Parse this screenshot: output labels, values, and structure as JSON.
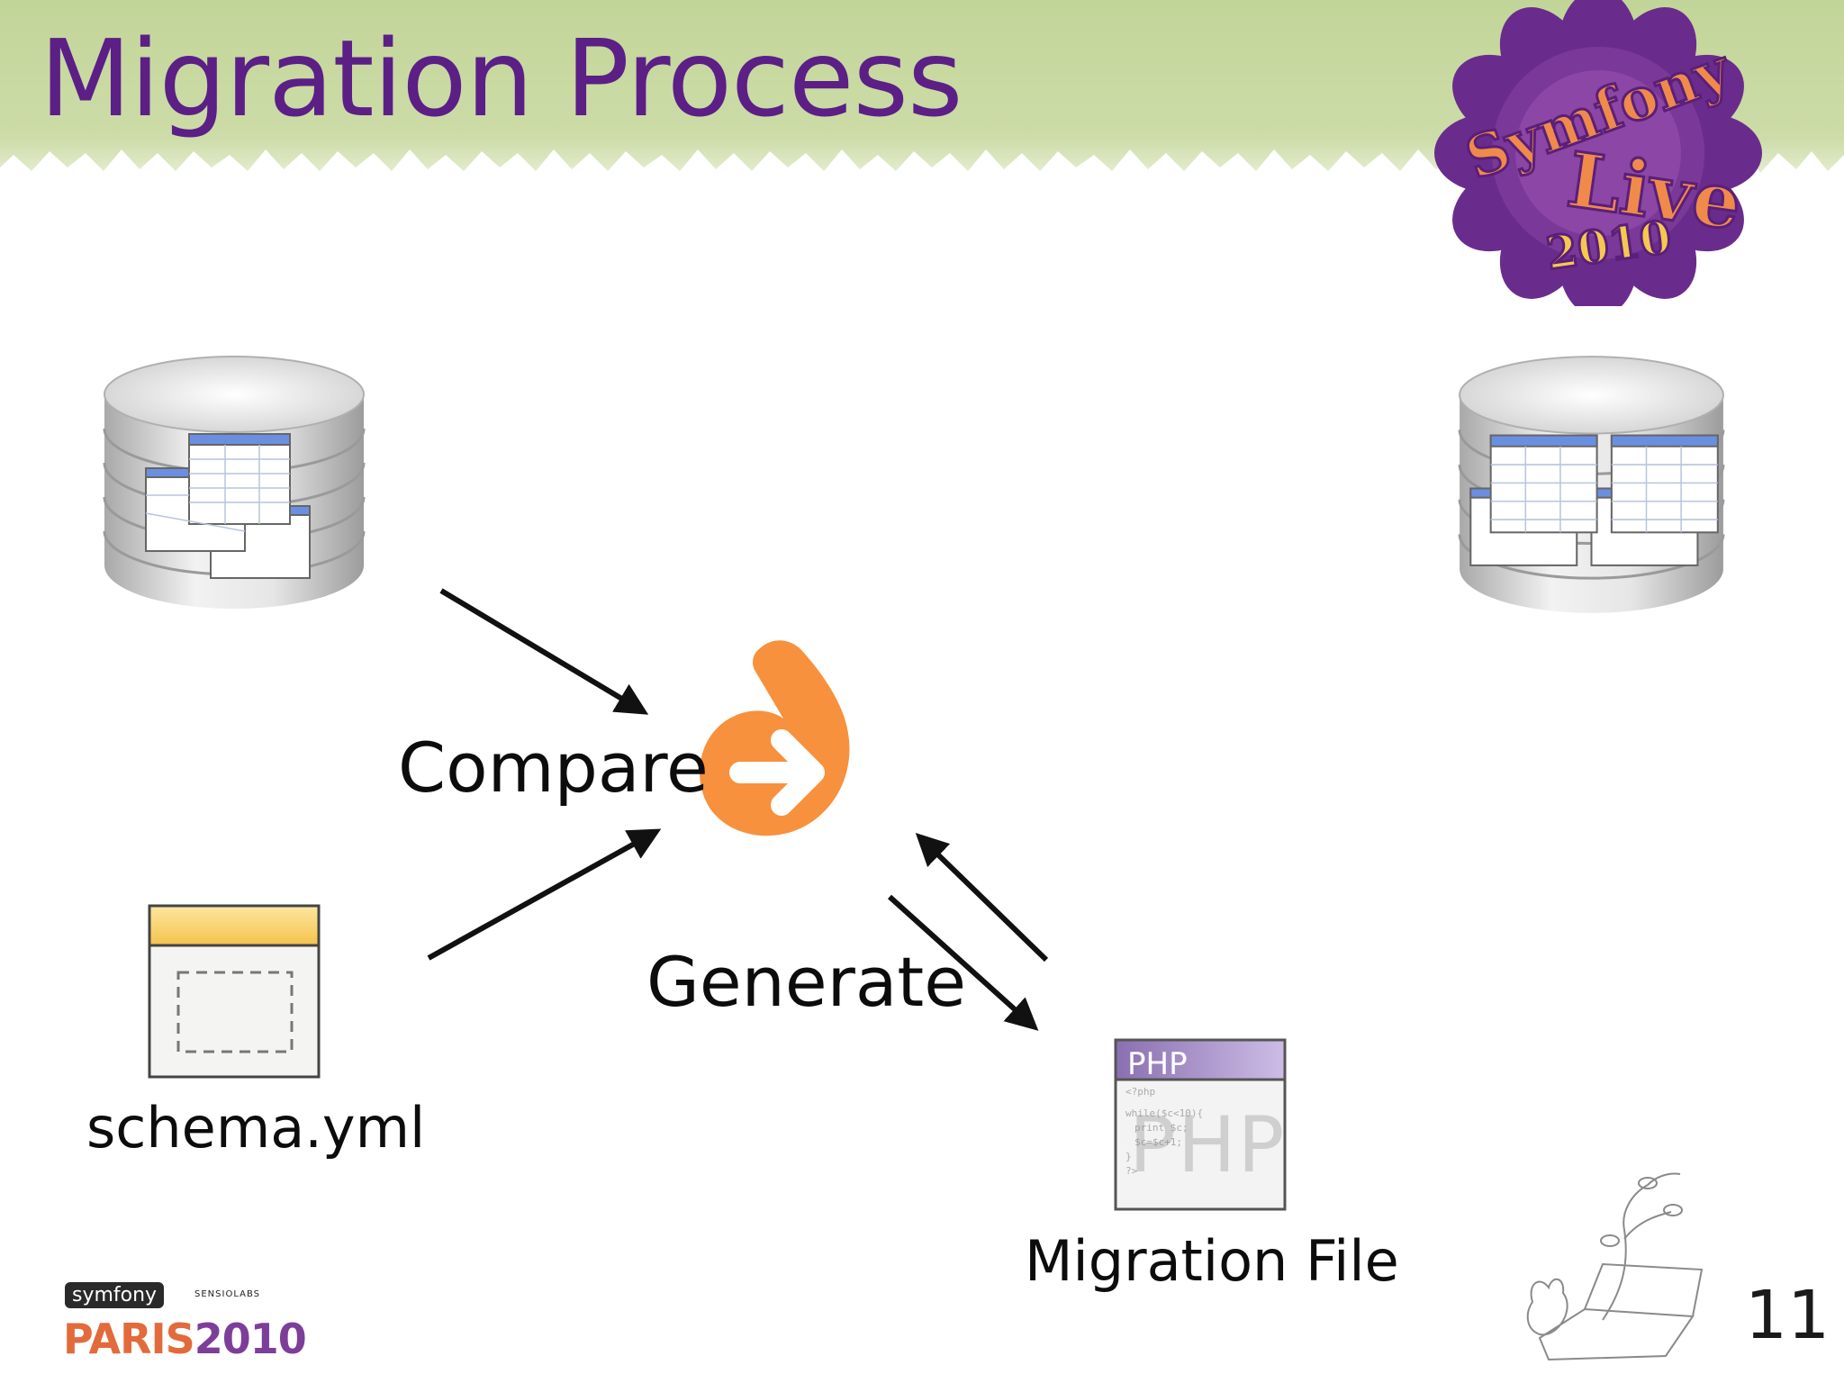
{
  "slide": {
    "title": "Migration Process",
    "page_number": "11"
  },
  "badge": {
    "line1": "Symfony",
    "line2": "Live",
    "year": "2010"
  },
  "diagram": {
    "compare_label": "Compare",
    "generate_label": "Generate",
    "schema_label": "schema.yml",
    "migration_label": "Migration File",
    "php_tag": "PHP",
    "php_watermark": "PHP"
  },
  "footer": {
    "symfony": "symfony",
    "sensio": "SENSIOLABS",
    "paris": "PARIS",
    "year": "2010"
  },
  "colors": {
    "title": "#5b1f86",
    "header_green": "#c5d79c",
    "doctrine_orange": "#f7913d",
    "badge_purple": "#6a2c8c",
    "badge_orange": "#f08a4b"
  },
  "icons": [
    "database-icon",
    "database-icon",
    "doctrine-logo-icon",
    "yaml-file-icon",
    "php-file-icon",
    "arrow-icon"
  ]
}
